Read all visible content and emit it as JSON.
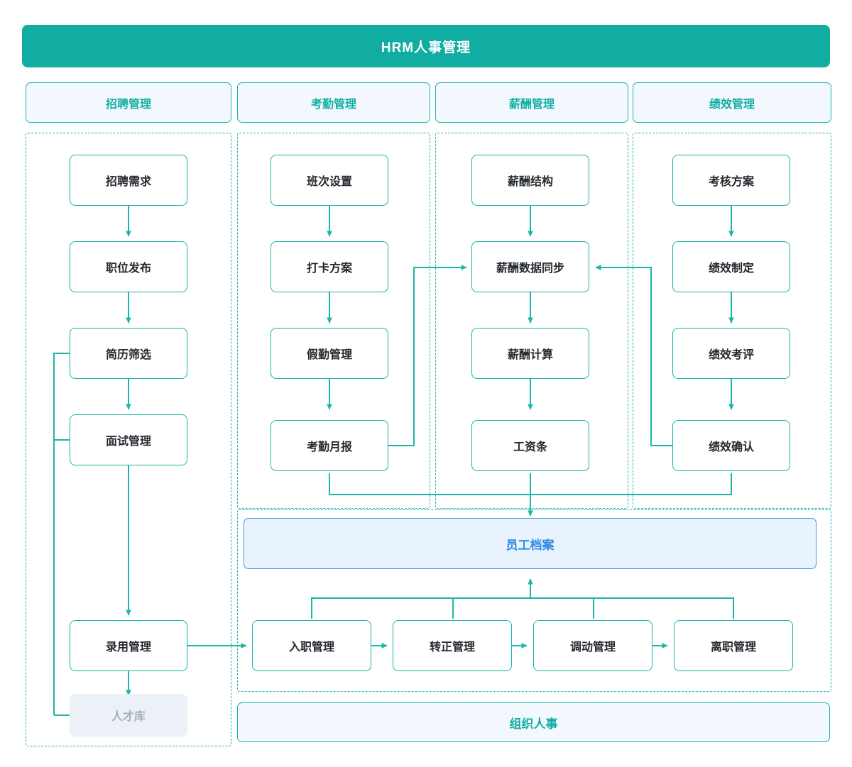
{
  "header": {
    "title": "HRM人事管理"
  },
  "tabs": [
    {
      "label": "招聘管理"
    },
    {
      "label": "考勤管理"
    },
    {
      "label": "薪酬管理"
    },
    {
      "label": "绩效管理"
    }
  ],
  "columns": {
    "recruitment": {
      "nodes": [
        {
          "label": "招聘需求"
        },
        {
          "label": "职位发布"
        },
        {
          "label": "简历筛选"
        },
        {
          "label": "面试管理"
        },
        {
          "label": "录用管理"
        },
        {
          "label": "人才库"
        }
      ]
    },
    "attendance": {
      "nodes": [
        {
          "label": "班次设置"
        },
        {
          "label": "打卡方案"
        },
        {
          "label": "假勤管理"
        },
        {
          "label": "考勤月报"
        }
      ]
    },
    "payroll": {
      "nodes": [
        {
          "label": "薪酬结构"
        },
        {
          "label": "薪酬数据同步"
        },
        {
          "label": "薪酬计算"
        },
        {
          "label": "工资条"
        }
      ]
    },
    "performance": {
      "nodes": [
        {
          "label": "考核方案"
        },
        {
          "label": "绩效制定"
        },
        {
          "label": "绩效考评"
        },
        {
          "label": "绩效确认"
        }
      ]
    }
  },
  "employee_section": {
    "archive_label": "员工档案",
    "lifecycle": [
      {
        "label": "入职管理"
      },
      {
        "label": "转正管理"
      },
      {
        "label": "调动管理"
      },
      {
        "label": "离职管理"
      }
    ]
  },
  "org_section": {
    "label": "组织人事"
  },
  "colors": {
    "brand_teal": "#11ADA3",
    "node_border": "#18B4A8",
    "connector": "#1BB6AA",
    "archive_blue": "#3C9BE8",
    "archive_fill": "#E8F3FD",
    "muted_fill": "#EBF1F7",
    "muted_text": "#A3AEBB",
    "tab_fill": "#F2F8FD"
  }
}
